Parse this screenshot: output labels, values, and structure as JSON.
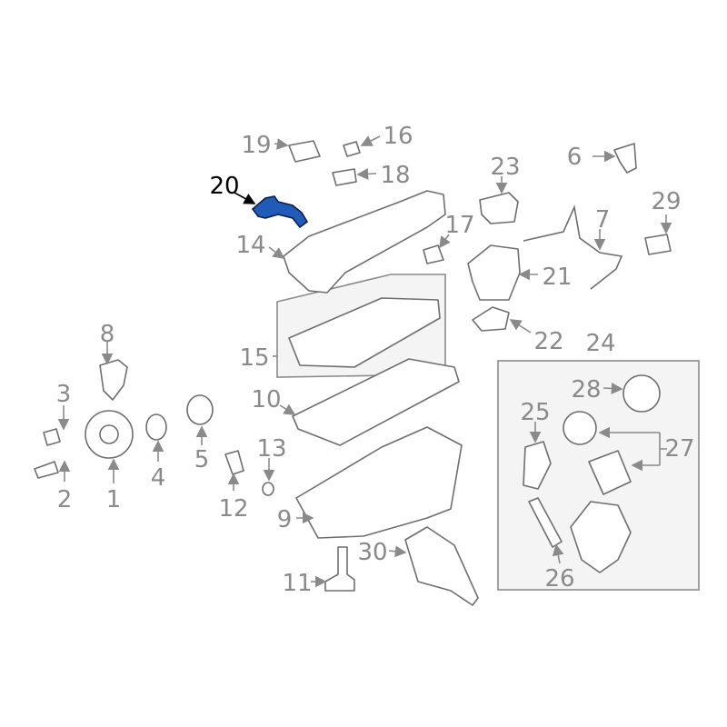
{
  "diagram": {
    "highlighted_part": "20",
    "highlight_color": "#1f5bb8",
    "callouts": [
      "1",
      "2",
      "3",
      "4",
      "5",
      "6",
      "7",
      "8",
      "9",
      "10",
      "11",
      "12",
      "13",
      "14",
      "15",
      "16",
      "17",
      "18",
      "19",
      "20",
      "21",
      "22",
      "23",
      "24",
      "25",
      "26",
      "27",
      "28",
      "29",
      "30"
    ]
  }
}
